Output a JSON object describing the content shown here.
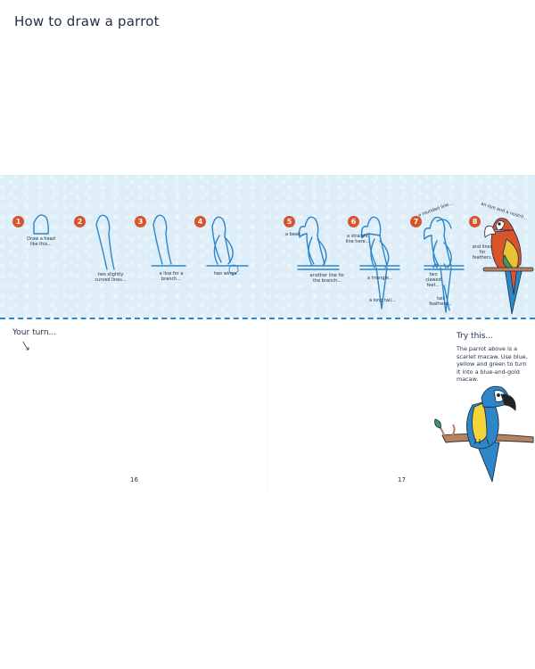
{
  "title": "How to draw a parrot",
  "steps": [
    {
      "n": "1",
      "label": "Draw a head like this..."
    },
    {
      "n": "2",
      "label": "two slightly curved lines..."
    },
    {
      "n": "3",
      "label": "a line for a branch..."
    },
    {
      "n": "4",
      "label": "two wings..."
    },
    {
      "n": "5",
      "label_a": "a beak...",
      "label_b": "another line for the branch..."
    },
    {
      "n": "6",
      "label_a": "a straight line here...",
      "label_b": "a triangle..."
    },
    {
      "n": "7",
      "label_a": "a rounded line...",
      "label_b": "two clawed feet...",
      "label_c": "a long tail...",
      "label_d": "tail feathers..."
    },
    {
      "n": "8",
      "label_a": "an eye and a nostril...",
      "label_b": "and lines for feathers."
    }
  ],
  "your_turn": "Your turn...",
  "try_this": {
    "heading": "Try this...",
    "text": "The parrot above is a scarlet macaw. Use blue, yellow and green to turn it into a blue-and-gold macaw."
  },
  "page_numbers": {
    "left": "16",
    "right": "17"
  },
  "colors": {
    "line": "#2d86c8",
    "ink": "#23324a",
    "badge": "#d9532b",
    "band": "#ddeef8"
  }
}
